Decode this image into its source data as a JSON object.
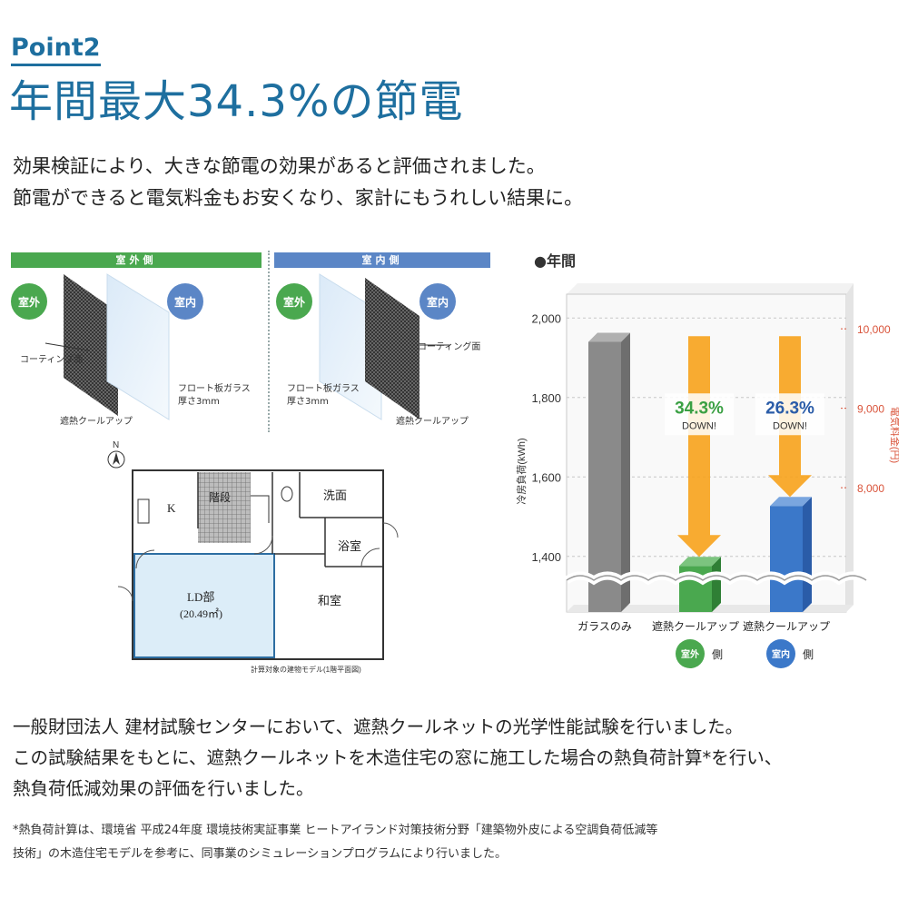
{
  "header": {
    "point_label": "Point2",
    "headline": "年間最大34.3%の節電",
    "lead": [
      "効果検証により、大きな節電の効果があると評価されました。",
      "節電ができると電気料金もお安くなり、家計にもうれしい結果に。"
    ]
  },
  "diagram": {
    "outside_head": "室外側",
    "inside_head": "室内側",
    "outdoor": "室外",
    "indoor": "室内",
    "coating": "コーティング面",
    "float_glass_1": "フロート板ガラス",
    "float_glass_2": "厚さ3mm",
    "cool_up": "遮熱クールアップ"
  },
  "floor_plan": {
    "north": "N",
    "kitchen": "K",
    "stairs": "階段",
    "washroom": "洗面",
    "bathroom": "浴室",
    "ld_room": "LD部",
    "ld_area": "(20.49㎡)",
    "japanese_room": "和室",
    "caption": "計算対象の建物モデル(1階平面図)"
  },
  "chart_data": {
    "type": "bar",
    "title": "●年間",
    "categories": [
      "ガラスのみ",
      "遮熱クールアップ",
      "遮熱クールアップ"
    ],
    "category_badges": [
      "",
      "室外",
      "室内"
    ],
    "category_suffix": "側",
    "values": [
      1940,
      1376,
      1527
    ],
    "ylabel": "冷房負荷(kWh)",
    "ylim": [
      1260,
      2060
    ],
    "yticks": [
      1400,
      1600,
      1800,
      2000
    ],
    "y2label": "電気料金(円)",
    "y2ticks": [
      8000,
      9000,
      10000
    ],
    "y2_pos": [
      1573,
      1773,
      1973
    ],
    "annotations": [
      {
        "percent": "34.3%",
        "text": "DOWN!",
        "bar": 1,
        "color": "#3aa043"
      },
      {
        "percent": "26.3%",
        "text": "DOWN!",
        "bar": 2,
        "color": "#2a5ca8"
      }
    ],
    "colors": {
      "glass": "#8a8a8a",
      "outdoor": "#4aa84f",
      "indoor": "#3b78c9",
      "arrow": "#f7a21b",
      "y2": "#d9533a"
    }
  },
  "body": [
    "一般財団法人 建材試験センターにおいて、遮熱クールネットの光学性能試験を行いました。",
    "この試験結果をもとに、遮熱クールネットを木造住宅の窓に施工した場合の熱負荷計算*を行い、",
    "熱負荷低減効果の評価を行いました。"
  ],
  "footnote": [
    "*熱負荷計算は、環境省 平成24年度 環境技術実証事業 ヒートアイランド対策技術分野「建築物外皮による空調負荷低減等",
    "技術」の木造住宅モデルを参考に、同事業のシミュレーションプログラムにより行いました。"
  ]
}
